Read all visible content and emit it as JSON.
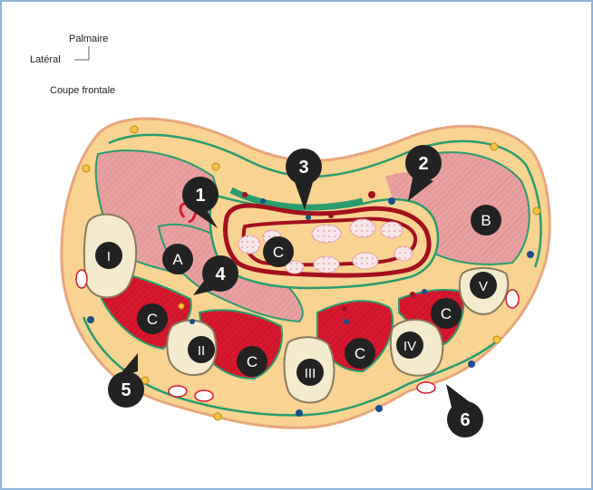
{
  "orientation": {
    "palmaire": "Palmaire",
    "lateral": "Latéral",
    "coupe": "Coupe frontale"
  },
  "callouts": [
    "1",
    "2",
    "3",
    "4",
    "5",
    "6"
  ],
  "labels": {
    "A": "A",
    "B": "B",
    "C": "C",
    "metacarpals": [
      "I",
      "II",
      "III",
      "IV",
      "V"
    ]
  },
  "colors": {
    "fat": "#f8d391",
    "fascia": "#2a9c6e",
    "muscle": "#e8a0a0",
    "compartment": "#d9182f",
    "bone": "#f4ebcf",
    "marker": "#1f1f1f",
    "frame": "#8fb3d9"
  }
}
